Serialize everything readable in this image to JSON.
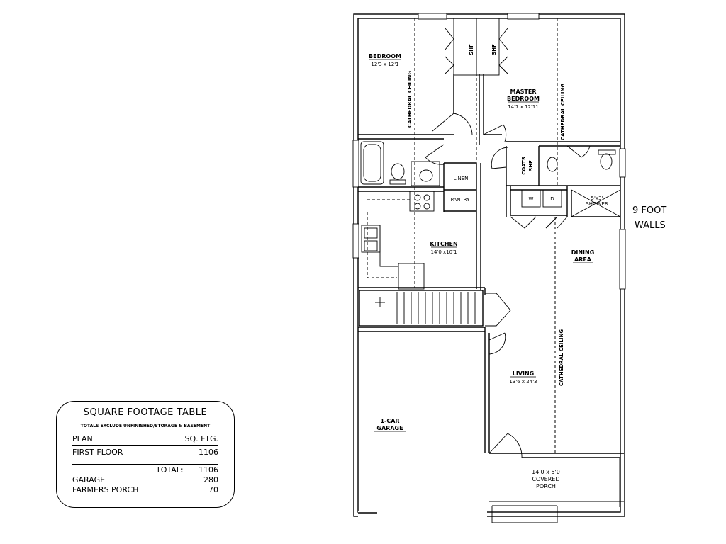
{
  "rooms": {
    "bedroom": {
      "name": "BEDROOM",
      "dims": "12'3 x 12'1"
    },
    "master": {
      "name_line1": "MASTER",
      "name_line2": "BEDROOM",
      "dims": "14'7 x 12'11"
    },
    "kitchen": {
      "name": "KITCHEN",
      "dims": "14'0 x10'1"
    },
    "dining": {
      "name_line1": "DINING",
      "name_line2": "AREA"
    },
    "living": {
      "name": "LIVING",
      "dims": "13'6 x 24'3"
    },
    "garage": {
      "name_line1": "1-CAR",
      "name_line2": "GARAGE"
    },
    "porch": {
      "line1": "14'0 x 5'0",
      "line2": "COVERED",
      "line3": "PORCH"
    },
    "linen": "LINEN",
    "pantry": "PANTRY",
    "shower": {
      "line1": "5'x3'",
      "line2": "SHOWER"
    },
    "coats": "COATS",
    "shelf": "SHF",
    "washer": "W",
    "dryer": "D"
  },
  "ceiling_labels": {
    "bedroom": "CATHEDRAL CEILING",
    "master": "CATHEDRAL CEILING",
    "living": "CATHEDRAL CEILING"
  },
  "wall_note": {
    "line1": "9 FOOT",
    "line2": "WALLS"
  },
  "sqft_table": {
    "title": "SQUARE FOOTAGE TABLE",
    "subtitle": "TOTALS EXCLUDE UNFINISHED/STORAGE & BASEMENT",
    "col_plan": "PLAN",
    "col_sqft": "SQ. FTG.",
    "first_floor_label": "FIRST FLOOR",
    "first_floor_value": "1106",
    "total_label": "TOTAL:",
    "total_value": "1106",
    "garage_label": "GARAGE",
    "garage_value": "280",
    "porch_label": "FARMERS PORCH",
    "porch_value": "70"
  }
}
